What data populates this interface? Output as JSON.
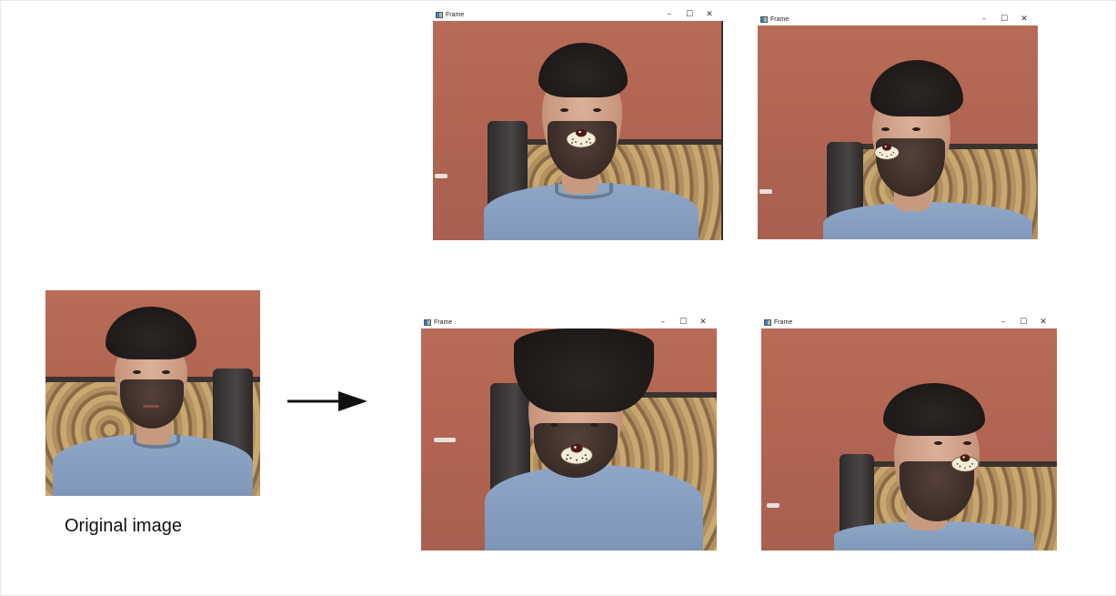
{
  "original": {
    "caption": "Original image"
  },
  "windows": [
    {
      "title": "Frame",
      "pose": "frontal"
    },
    {
      "title": "Frame",
      "pose": "turned-left"
    },
    {
      "title": "Frame",
      "pose": "looking-down"
    },
    {
      "title": "Frame",
      "pose": "turned-right"
    }
  ],
  "window_controls": {
    "minimize": "–",
    "maximize": "☐",
    "close": "✕"
  },
  "icons": {
    "arrow": "right-arrow-icon",
    "app": "opencv-window-icon",
    "nose_overlay": "dog-nose-icon"
  },
  "colors": {
    "wall": "#b56a55",
    "shirt": "#8fa7c7",
    "arrow": "#111111"
  }
}
